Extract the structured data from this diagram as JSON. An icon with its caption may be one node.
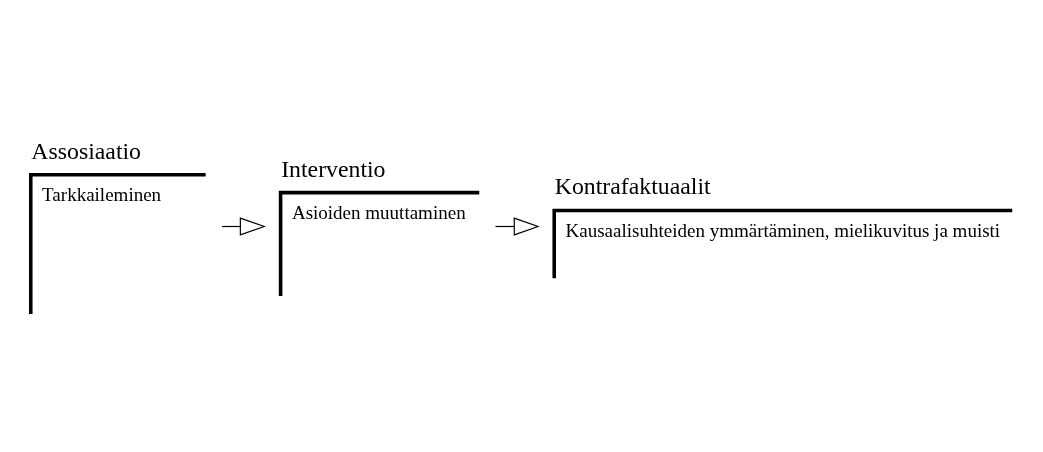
{
  "diagram": {
    "nodes": [
      {
        "text": [
          "Assosiaatio",
          "Tarkkaileminen"
        ]
      },
      {
        "text": [
          "Interventio",
          "Asioiden muuttaminen"
        ]
      },
      {
        "text": [
          "Kontrafaktuaalit",
          "Kausaalisuhteiden ymmärtäminen, mielikuvitus ja muisti"
        ]
      }
    ],
    "edges": [
      {
        "from": 0,
        "to": 1,
        "arrow": "to"
      },
      {
        "from": 1,
        "to": 2,
        "arrow": "to"
      }
    ]
  }
}
